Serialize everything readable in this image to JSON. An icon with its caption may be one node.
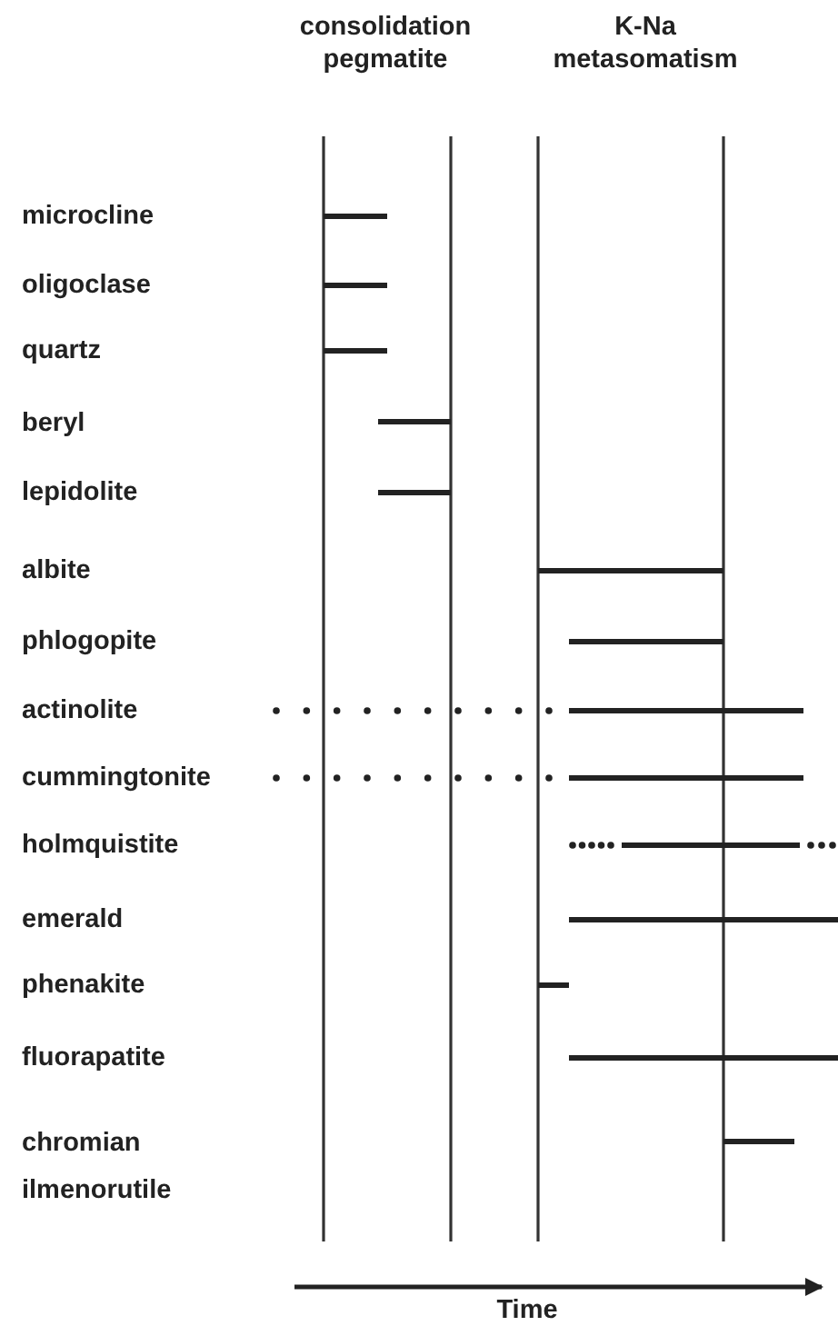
{
  "diagram": {
    "labels": [
      "consolidation pegmatite",
      "K-Na metasomatism",
      "microcline",
      "oligoclase",
      "quartz",
      "beryl",
      "lepidolite",
      "albite",
      "phlogopite",
      "actinolite",
      "cummingtonite",
      "holmquistite",
      "emerald",
      "phenakite",
      "fluorapatite",
      "chromian ilmenorutile",
      "Time"
    ]
  }
}
